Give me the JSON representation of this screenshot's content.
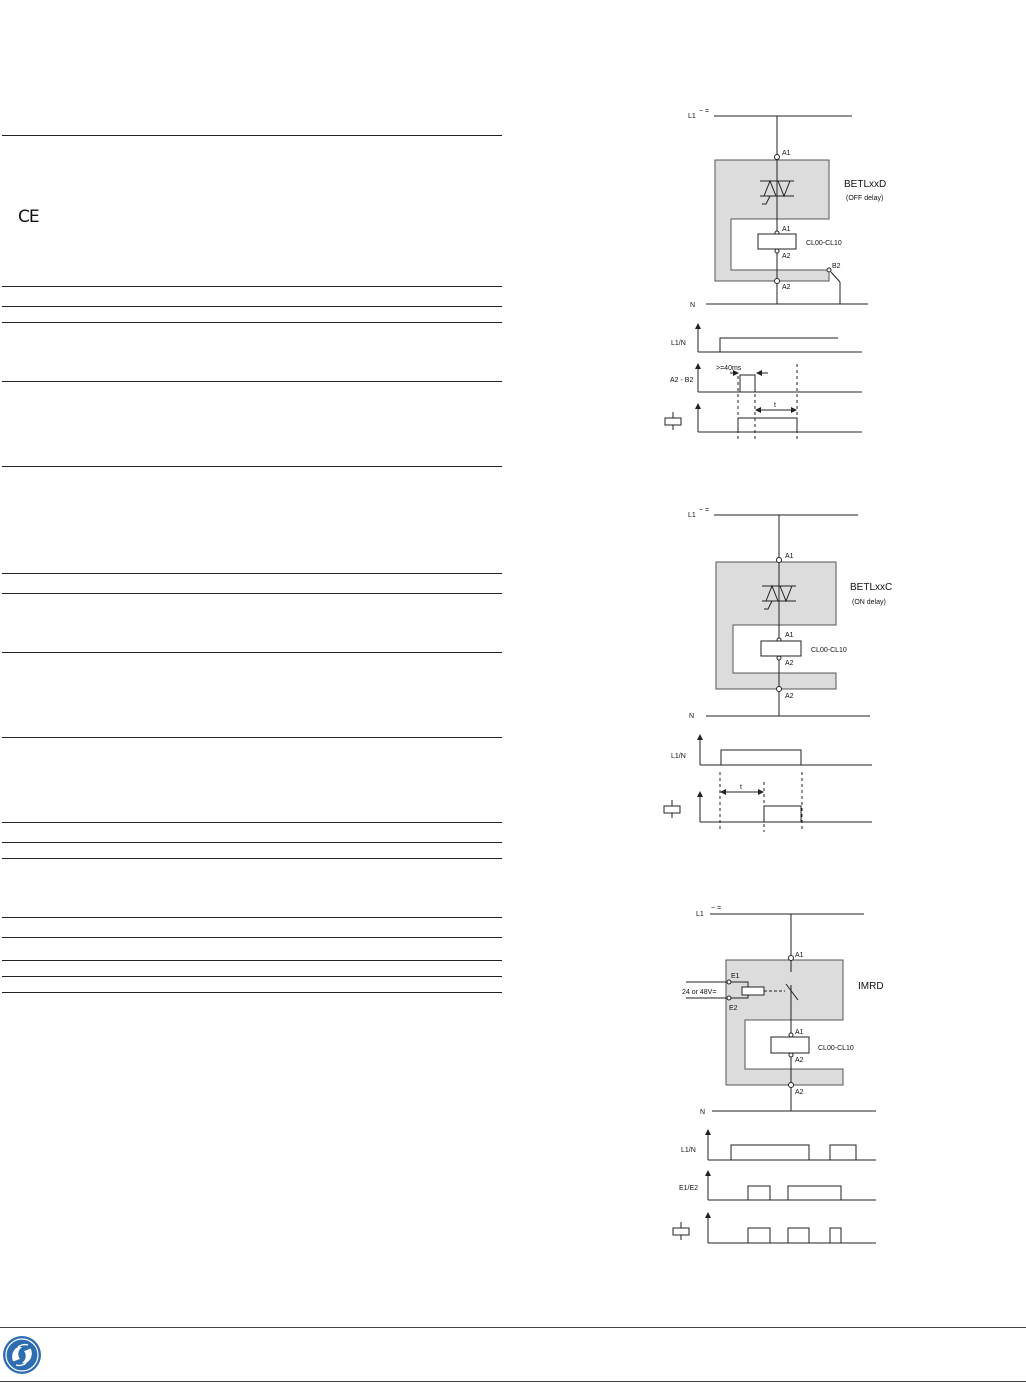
{
  "ce_mark": "CE",
  "diagrams": {
    "betlxxd": {
      "supply_label": "L1",
      "supply_symbol": "~ =",
      "neutral_label": "N",
      "module_name": "BETLxxD",
      "module_mode": "(OFF delay)",
      "terminal_a1_outer": "A1",
      "terminal_a1_inner": "A1",
      "terminal_a2_inner": "A2",
      "terminal_a2_outer": "A2",
      "terminal_b2": "B2",
      "contactor": "CL00-CL10",
      "timing": {
        "row1_label": "L1/N",
        "row2_label": "A2 - B2",
        "pulse_annotation": ">=40ms",
        "delay_label": "t"
      }
    },
    "betlxxc": {
      "supply_label": "L1",
      "supply_symbol": "~ =",
      "neutral_label": "N",
      "module_name": "BETLxxC",
      "module_mode": "(ON delay)",
      "terminal_a1_outer": "A1",
      "terminal_a1_inner": "A1",
      "terminal_a2_inner": "A2",
      "terminal_a2_outer": "A2",
      "contactor": "CL00-CL10",
      "timing": {
        "row1_label": "L1/N",
        "delay_label": "t"
      }
    },
    "imrd": {
      "supply_label": "L1",
      "supply_symbol": "~ =",
      "neutral_label": "N",
      "module_name": "IMRD",
      "control_voltage": "24 or 48V=",
      "terminal_e1": "E1",
      "terminal_e2": "E2",
      "terminal_a1_outer": "A1",
      "terminal_a1_inner": "A1",
      "terminal_a2_inner": "A2",
      "terminal_a2_outer": "A2",
      "contactor": "CL00-CL10",
      "timing": {
        "row1_label": "L1/N",
        "row2_label": "E1/E2"
      }
    }
  },
  "colors": {
    "module_fill": "#dcdcdc",
    "line": "#222222",
    "logo_blue": "#2f6db3"
  },
  "logo_icon": "ge-logo-icon"
}
